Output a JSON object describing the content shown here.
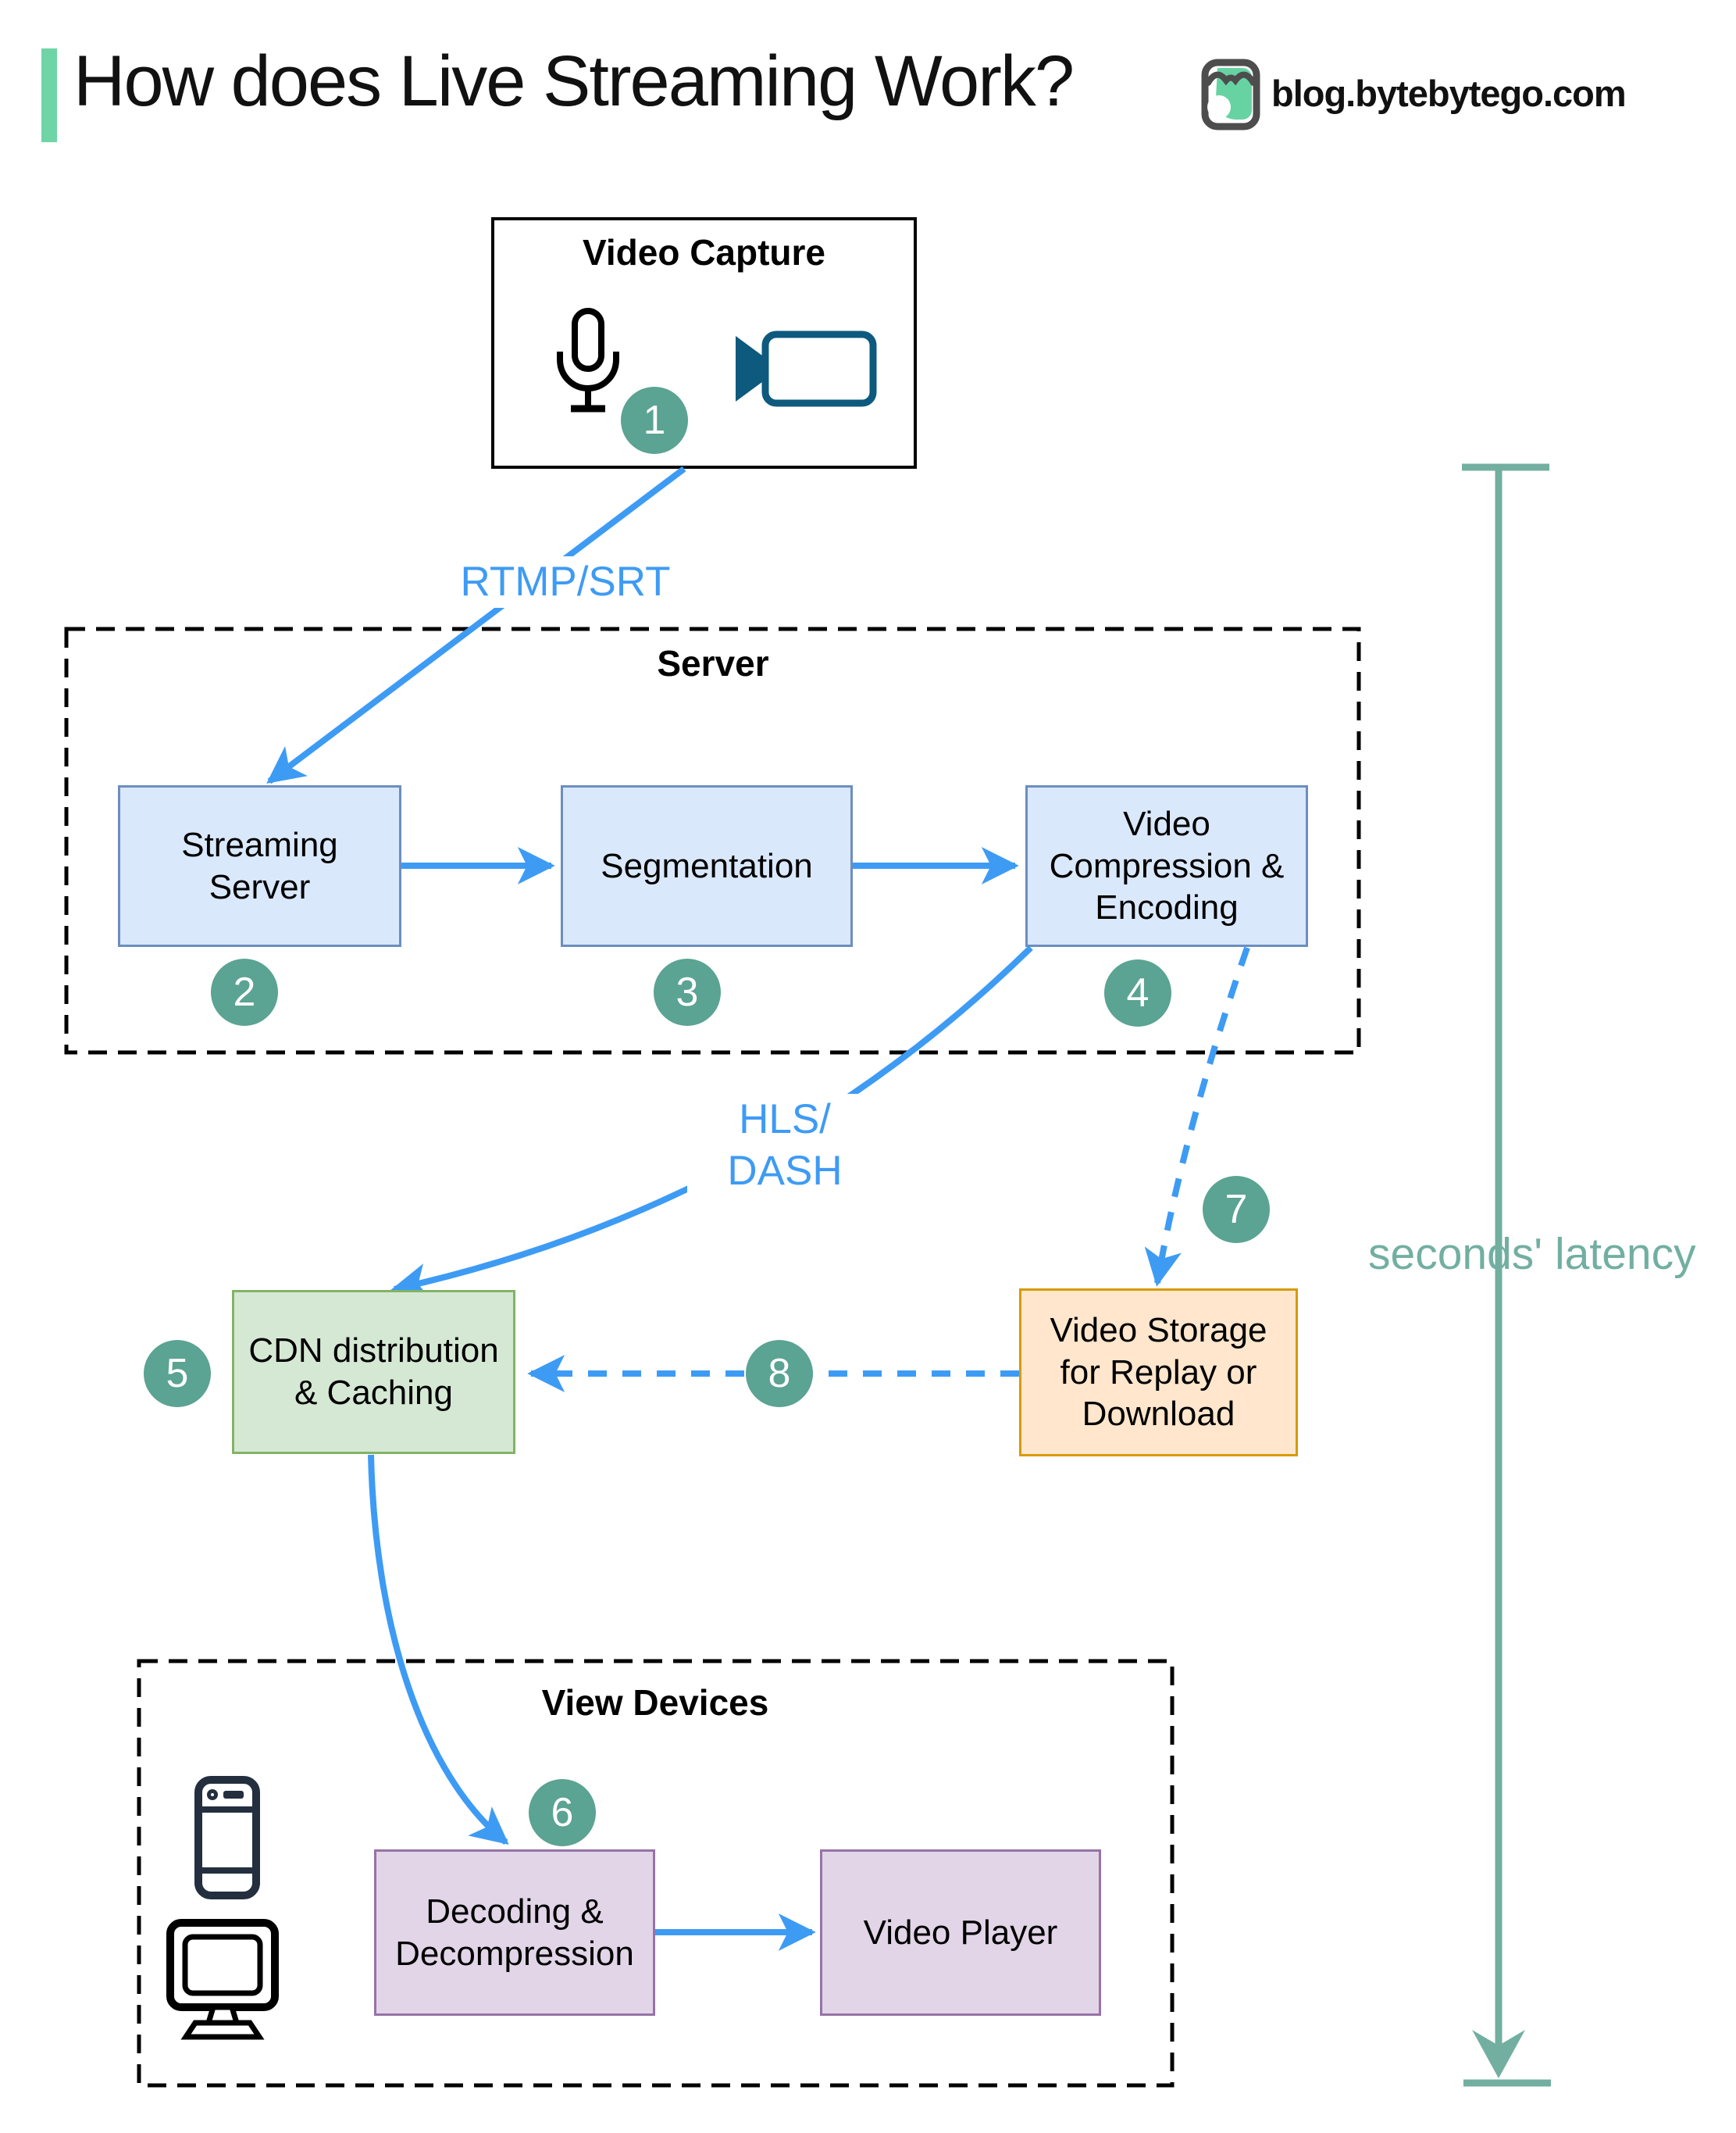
{
  "header": {
    "title": "How does Live Streaming Work?",
    "site": "blog.bytebytego.com"
  },
  "groups": {
    "server": "Server",
    "view_devices": "View Devices"
  },
  "nodes": {
    "video_capture": {
      "title": "Video Capture"
    },
    "streaming_server": {
      "line1": "Streaming",
      "line2": "Server"
    },
    "segmentation": {
      "line1": "Segmentation"
    },
    "compression": {
      "line1": "Video",
      "line2": "Compression &",
      "line3": "Encoding"
    },
    "cdn": {
      "line1": "CDN distribution",
      "line2": "& Caching"
    },
    "storage": {
      "line1": "Video Storage",
      "line2": "for Replay or",
      "line3": "Download"
    },
    "decoding": {
      "line1": "Decoding &",
      "line2": "Decompression"
    },
    "player": {
      "line1": "Video Player"
    }
  },
  "edges": {
    "rtmp": "RTMP/SRT",
    "hls_line1": "HLS/",
    "hls_line2": "DASH"
  },
  "steps": [
    "1",
    "2",
    "3",
    "4",
    "5",
    "6",
    "7",
    "8"
  ],
  "latency": {
    "label": "seconds' latency"
  },
  "colors": {
    "accent": "#6FD5A7",
    "arrow_blue": "#3E9BF4",
    "step_badge": "#5BA392",
    "latency_teal": "#72AFA1",
    "box_blue_fill": "#DAE8FC",
    "box_blue_border": "#6C8EBF",
    "box_green_fill": "#D5E8D4",
    "box_green_border": "#82B366",
    "box_orange_fill": "#FFE6CC",
    "box_orange_border": "#D79B00",
    "box_purple_fill": "#E1D5E7",
    "box_purple_border": "#9673A6"
  }
}
